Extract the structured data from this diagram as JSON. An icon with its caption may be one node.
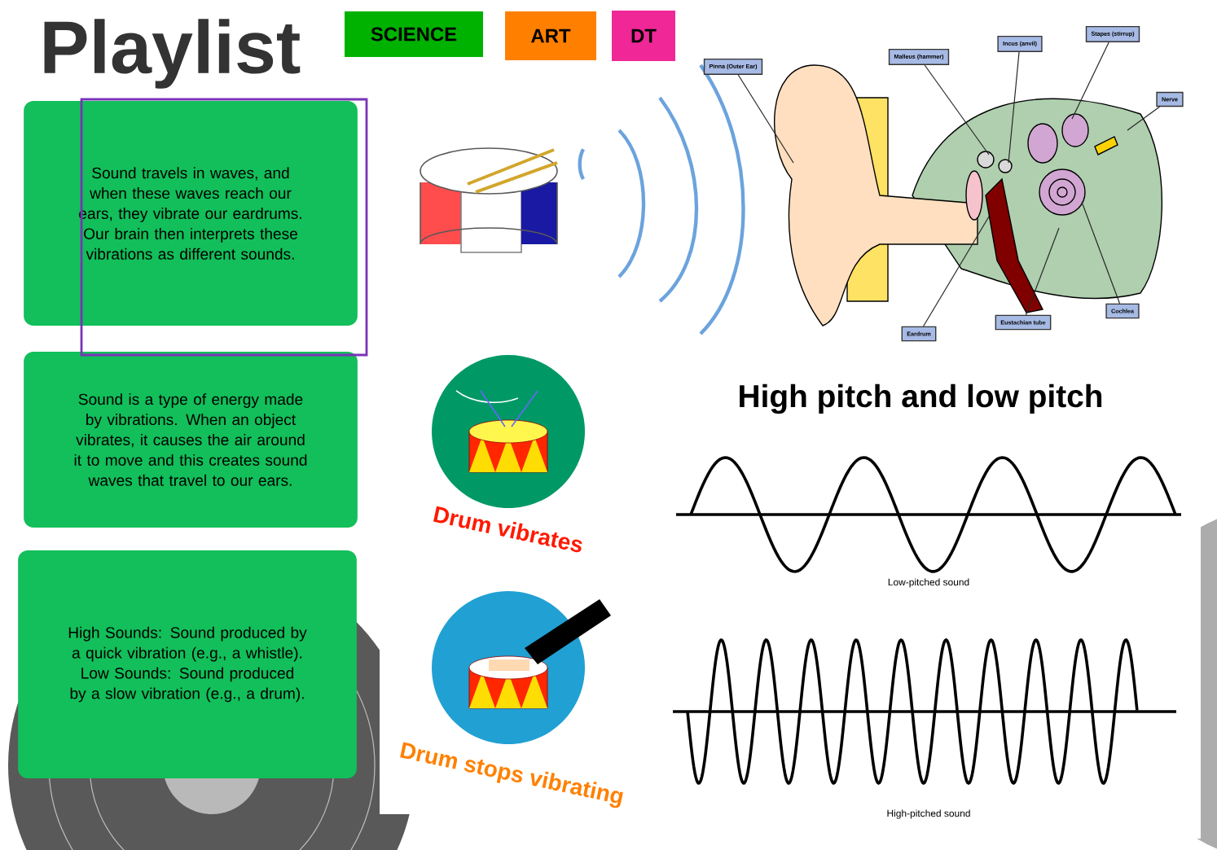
{
  "diagram": {
    "title": "Playlist",
    "nodes": [
      {
        "text": [
          "SCIENCE"
        ]
      },
      {
        "text": [
          "ART"
        ]
      },
      {
        "text": [
          "DT"
        ]
      },
      {
        "text": [
          "Sound travels in waves, and when these waves reach our ears, they vibrate our eardrums. Our brain then interprets these vibrations as different sounds."
        ]
      },
      {
        "text": [
          "Sound is a type of energy made by vibrations. When an object vibrates, it causes the air around it to move and this creates sound waves that travel to our ears."
        ]
      },
      {
        "text": [
          "High Sounds: Sound produced by a quick vibration (e.g., a whistle). Low Sounds: Sound produced by a slow vibration (e.g., a drum)."
        ]
      },
      {
        "text": [
          "Pinna (Outer Ear)"
        ]
      },
      {
        "text": [
          "Malleus (hammer)"
        ]
      },
      {
        "text": [
          "Incus (anvil)"
        ]
      },
      {
        "text": [
          "Stapes (stirrup)"
        ]
      },
      {
        "text": [
          "Nerve"
        ]
      },
      {
        "text": [
          "Eardrum"
        ]
      },
      {
        "text": [
          "Eustachian tube"
        ]
      },
      {
        "text": [
          "Cochlea"
        ]
      }
    ],
    "edges": [
      {
        "from": 6,
        "to": null,
        "arrow": "none"
      },
      {
        "from": 7,
        "to": null,
        "arrow": "none"
      },
      {
        "from": 8,
        "to": null,
        "arrow": "none"
      },
      {
        "from": 9,
        "to": null,
        "arrow": "none"
      },
      {
        "from": 10,
        "to": null,
        "arrow": "none"
      },
      {
        "from": 11,
        "to": null,
        "arrow": "none"
      },
      {
        "from": 12,
        "to": null,
        "arrow": "none"
      },
      {
        "from": 13,
        "to": null,
        "arrow": "none"
      }
    ],
    "labels": [
      "Drum vibrates",
      "Drum stops vibrating",
      "High pitch and low pitch",
      "Low-pitched sound",
      "High-pitched sound"
    ]
  }
}
